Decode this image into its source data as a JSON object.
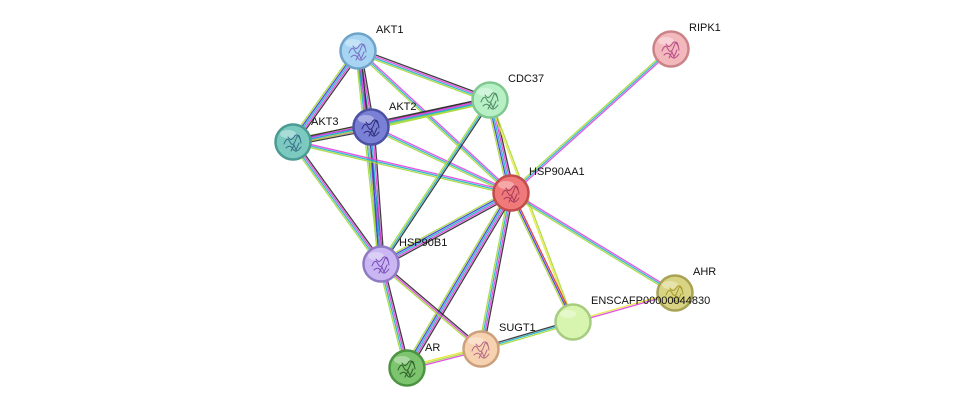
{
  "network": {
    "nodes": [
      {
        "id": "AKT1",
        "label": "AKT1",
        "color": "#a6d4f2",
        "stroke": "#6fa3c8",
        "glyph": "#7a6fc4",
        "icon": "protein-structure-icon"
      },
      {
        "id": "AKT2",
        "label": "AKT2",
        "color": "#7a80d6",
        "stroke": "#4c52a3",
        "glyph": "#2e2e7a",
        "icon": "protein-structure-icon"
      },
      {
        "id": "AKT3",
        "label": "AKT3",
        "color": "#7cc9c0",
        "stroke": "#4a9b92",
        "glyph": "#3a6e8a",
        "icon": "protein-structure-icon"
      },
      {
        "id": "CDC37",
        "label": "CDC37",
        "color": "#b8f0c6",
        "stroke": "#7fc891",
        "glyph": "#4f8a63",
        "icon": "protein-structure-icon"
      },
      {
        "id": "RIPK1",
        "label": "RIPK1",
        "color": "#f3b8bc",
        "stroke": "#c98389",
        "glyph": "#b54a8a",
        "icon": "protein-structure-icon"
      },
      {
        "id": "HSP90AA1",
        "label": "HSP90AA1",
        "color": "#f07a7a",
        "stroke": "#c24b4b",
        "glyph": "#a63a5e",
        "icon": "protein-structure-icon"
      },
      {
        "id": "HSP90B1",
        "label": "HSP90B1",
        "color": "#c9b6f2",
        "stroke": "#8f7ac4",
        "glyph": "#7a4fb8",
        "icon": "protein-structure-icon"
      },
      {
        "id": "AHR",
        "label": "AHR",
        "color": "#d9d483",
        "stroke": "#a8a254",
        "glyph": "#a89a2a",
        "icon": "protein-structure-icon"
      },
      {
        "id": "ENSCAFP00000044830",
        "label": "ENSCAFP00000044830",
        "color": "#d8f5b0",
        "stroke": "#a6cc7f",
        "glyph": "",
        "icon": ""
      },
      {
        "id": "SUGT1",
        "label": "SUGT1",
        "color": "#f7d2b0",
        "stroke": "#cca07d",
        "glyph": "#b86a8a",
        "icon": "protein-structure-icon"
      },
      {
        "id": "AR",
        "label": "AR",
        "color": "#7cc46e",
        "stroke": "#4d9442",
        "glyph": "#2f5e2a",
        "icon": "protein-structure-icon"
      }
    ],
    "edges": [
      {
        "source": "AKT1",
        "target": "AKT2",
        "colors": [
          "#2a2a2a",
          "#e040e0",
          "#22b0c8",
          "#3a3ad8",
          "#a8d838"
        ]
      },
      {
        "source": "AKT1",
        "target": "AKT3",
        "colors": [
          "#2a2a2a",
          "#e040e0",
          "#22b0c8",
          "#3a3ad8",
          "#a8d838"
        ]
      },
      {
        "source": "AKT1",
        "target": "CDC37",
        "colors": [
          "#2a2a2a",
          "#e040e0",
          "#22b0c8",
          "#a8d838"
        ]
      },
      {
        "source": "AKT1",
        "target": "HSP90AA1",
        "colors": [
          "#e040e0",
          "#22b0c8",
          "#a8d838"
        ]
      },
      {
        "source": "AKT1",
        "target": "HSP90B1",
        "colors": [
          "#2a2a2a",
          "#e040e0",
          "#22b0c8",
          "#a8d838"
        ]
      },
      {
        "source": "AKT2",
        "target": "AKT3",
        "colors": [
          "#2a2a2a",
          "#e040e0",
          "#22b0c8",
          "#3a3ad8",
          "#a8d838"
        ]
      },
      {
        "source": "AKT2",
        "target": "CDC37",
        "colors": [
          "#2a2a2a",
          "#e040e0",
          "#22b0c8",
          "#a8d838"
        ]
      },
      {
        "source": "AKT2",
        "target": "HSP90AA1",
        "colors": [
          "#e040e0",
          "#22b0c8",
          "#a8d838"
        ]
      },
      {
        "source": "AKT2",
        "target": "HSP90B1",
        "colors": [
          "#2a2a2a",
          "#e040e0",
          "#22b0c8",
          "#3a3ad8",
          "#a8d838"
        ]
      },
      {
        "source": "AKT3",
        "target": "CDC37",
        "colors": [
          "#2a2a2a",
          "#e040e0",
          "#22b0c8",
          "#a8d838"
        ]
      },
      {
        "source": "AKT3",
        "target": "HSP90AA1",
        "colors": [
          "#e040e0",
          "#22b0c8",
          "#a8d838"
        ]
      },
      {
        "source": "AKT3",
        "target": "HSP90B1",
        "colors": [
          "#2a2a2a",
          "#e040e0",
          "#22b0c8",
          "#a8d838"
        ]
      },
      {
        "source": "CDC37",
        "target": "HSP90AA1",
        "colors": [
          "#2a2a2a",
          "#e040e0",
          "#22b0c8",
          "#3a3ad8",
          "#a8d838"
        ]
      },
      {
        "source": "CDC37",
        "target": "HSP90B1",
        "colors": [
          "#2a2a2a",
          "#22b0c8",
          "#a8d838"
        ]
      },
      {
        "source": "CDC37",
        "target": "ENSCAFP00000044830",
        "colors": [
          "#a8d838",
          "#e8e838"
        ]
      },
      {
        "source": "RIPK1",
        "target": "HSP90AA1",
        "colors": [
          "#e040e0",
          "#22b0c8",
          "#a8d838"
        ]
      },
      {
        "source": "HSP90AA1",
        "target": "HSP90B1",
        "colors": [
          "#2a2a2a",
          "#e040e0",
          "#22b0c8",
          "#3a3ad8",
          "#a8d838"
        ]
      },
      {
        "source": "HSP90AA1",
        "target": "AHR",
        "colors": [
          "#e040e0",
          "#22b0c8",
          "#a8d838"
        ]
      },
      {
        "source": "HSP90AA1",
        "target": "ENSCAFP00000044830",
        "colors": [
          "#e0302a",
          "#3a3ad8",
          "#a8d838"
        ]
      },
      {
        "source": "HSP90AA1",
        "target": "SUGT1",
        "colors": [
          "#2a2a2a",
          "#e040e0",
          "#22b0c8",
          "#a8d838"
        ]
      },
      {
        "source": "HSP90AA1",
        "target": "AR",
        "colors": [
          "#2a2a2a",
          "#e040e0",
          "#22b0c8",
          "#3a3ad8",
          "#a8d838"
        ]
      },
      {
        "source": "HSP90B1",
        "target": "AR",
        "colors": [
          "#2a2a2a",
          "#e040e0",
          "#22b0c8",
          "#a8d838"
        ]
      },
      {
        "source": "HSP90B1",
        "target": "SUGT1",
        "colors": [
          "#2a2a2a",
          "#e040e0",
          "#a8d838"
        ]
      },
      {
        "source": "SUGT1",
        "target": "AR",
        "colors": [
          "#e040e0",
          "#a8d838",
          "#e8e838"
        ]
      },
      {
        "source": "SUGT1",
        "target": "ENSCAFP00000044830",
        "colors": [
          "#2a2a2a",
          "#22b0c8",
          "#a8d838"
        ]
      },
      {
        "source": "AHR",
        "target": "ENSCAFP00000044830",
        "colors": [
          "#e040e0",
          "#e8e838"
        ]
      }
    ]
  }
}
